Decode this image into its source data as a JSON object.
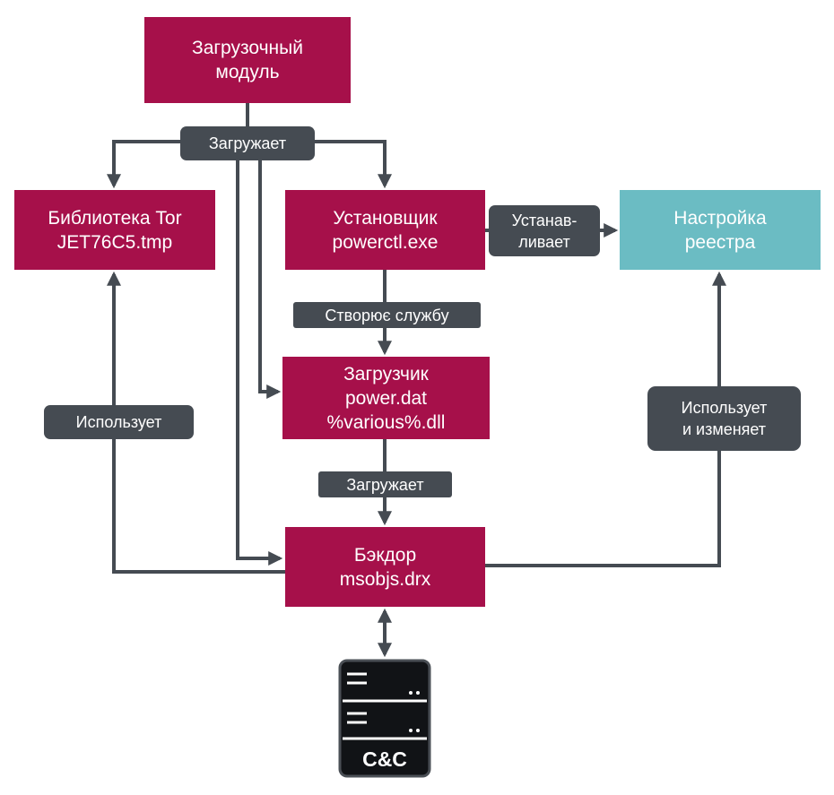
{
  "colors": {
    "node": "#a6104a",
    "registry_node": "#6bbcc3",
    "label_bg": "#454b52",
    "arrow": "#454b52"
  },
  "nodes": {
    "loader": "Загрузочный\nмодуль",
    "tor": "Библиотека Tor\nJET76C5.tmp",
    "installer": "Установщик\npowerctl.exe",
    "registry": "Настройка\nреестра",
    "dropper": "Загрузчик\npower.dat\n%various%.dll",
    "backdoor": "Бэкдор\nmsobjs.drx"
  },
  "edge_labels": {
    "loads_top": "Загружает",
    "installs": "Устанав-\nливает",
    "creates_service": "Створює службу",
    "uses_left": "Использует",
    "uses_changes": "Использует\nи изменяет",
    "loads_bottom": "Загружает"
  },
  "server": {
    "icon": "server-icon",
    "label": "C&C"
  }
}
